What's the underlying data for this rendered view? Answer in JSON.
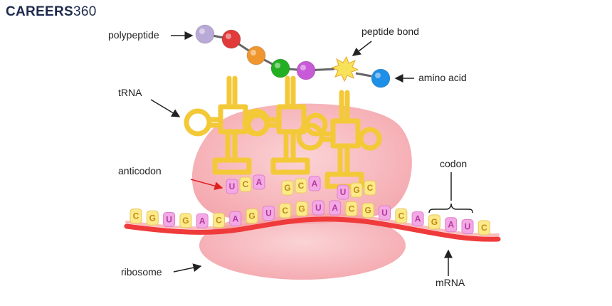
{
  "brand": {
    "logo_word": "CAREERS",
    "logo_number": "360"
  },
  "labels": {
    "polypeptide": "polypeptide",
    "peptide_bond": "peptide bond",
    "amino_acid": "amino acid",
    "trna": "tRNA",
    "anticodon": "anticodon",
    "codon": "codon",
    "ribosome": "ribosome",
    "mrna": "mRNA"
  },
  "mrna_bases": [
    "C",
    "G",
    "U",
    "G",
    "A",
    "C",
    "A",
    "G",
    "U",
    "C",
    "G",
    "U",
    "A",
    "C",
    "G",
    "U",
    "C",
    "A",
    "G",
    "A",
    "U",
    "C"
  ],
  "anticodons": [
    [
      "U",
      "C",
      "A"
    ],
    [
      "G",
      "C",
      "A"
    ],
    [
      "U",
      "G",
      "C"
    ]
  ],
  "amino_acid_chain_colors": [
    "#b9a9d6",
    "#e03a3a",
    "#f0962e",
    "#22b022",
    "#c85ad8"
  ],
  "free_amino_acid_color": "#1e8fe6",
  "colors": {
    "ribosome": "#f7b8bd",
    "mrna": "#ef3b3b",
    "trna": "#f3c938",
    "base_yellow": "#fbe98a",
    "base_pink": "#f3a9e3",
    "base_text_yellow": "#c28a10",
    "base_text_pink": "#b53aa0",
    "arrow": "#222222",
    "anticodon_arrow": "#e02020"
  }
}
